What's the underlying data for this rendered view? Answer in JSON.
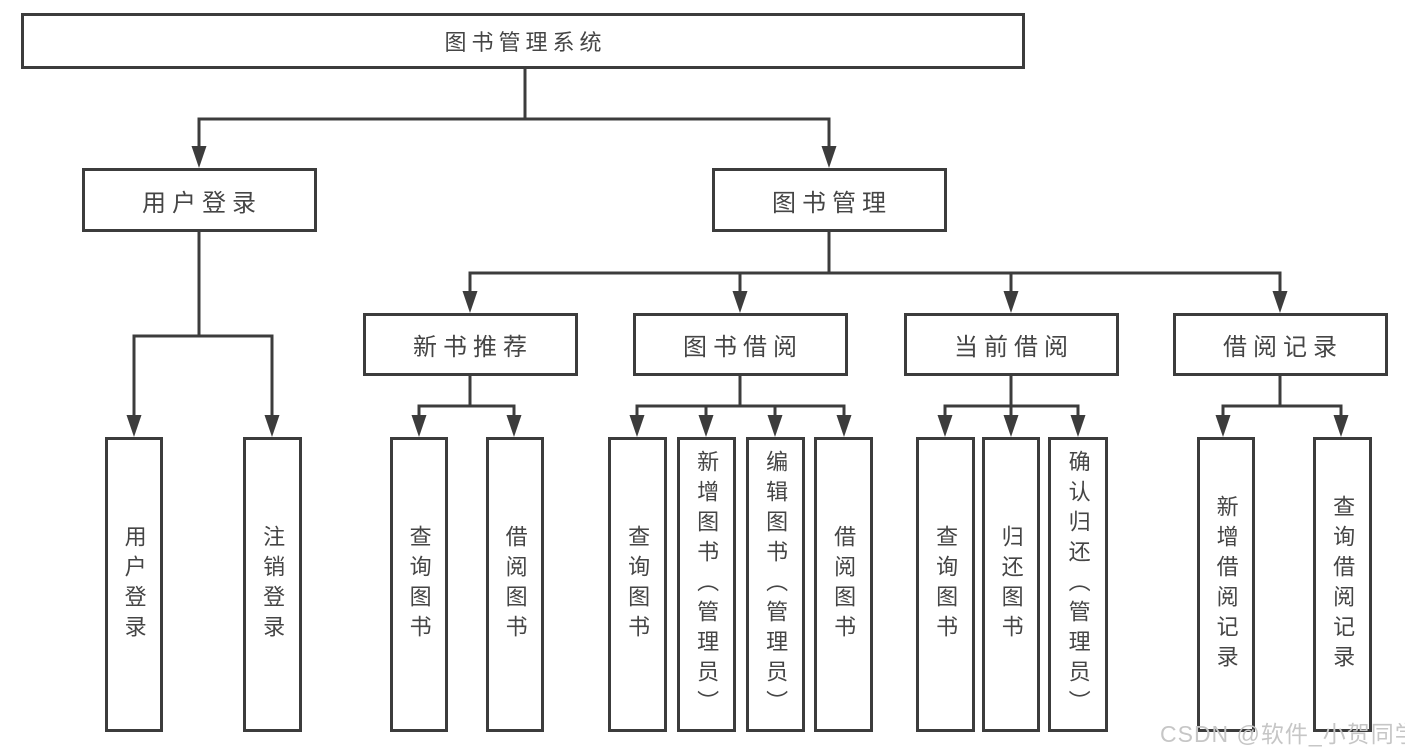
{
  "tree": {
    "label": "图书管理系统",
    "children": [
      {
        "label": "用户登录",
        "children": [
          {
            "label": "用户登录"
          },
          {
            "label": "注销登录"
          }
        ]
      },
      {
        "label": "图书管理",
        "children": [
          {
            "label": "新书推荐",
            "children": [
              {
                "label": "查询图书"
              },
              {
                "label": "借阅图书"
              }
            ]
          },
          {
            "label": "图书借阅",
            "children": [
              {
                "label": "查询图书"
              },
              {
                "label": "新增图书（管理员）"
              },
              {
                "label": "编辑图书（管理员）"
              },
              {
                "label": "借阅图书"
              }
            ]
          },
          {
            "label": "当前借阅",
            "children": [
              {
                "label": "查询图书"
              },
              {
                "label": "归还图书"
              },
              {
                "label": "确认归还（管理员）"
              }
            ]
          },
          {
            "label": "借阅记录",
            "children": [
              {
                "label": "新增借阅记录"
              },
              {
                "label": "查询借阅记录"
              }
            ]
          }
        ]
      }
    ]
  },
  "watermark": "CSDN @软件_小贺同学",
  "colors": {
    "line": "#3c3c3c",
    "text": "#454545",
    "box_bg": "#ffffff",
    "background": "#ffffff",
    "watermark": "#c6c6c6"
  }
}
